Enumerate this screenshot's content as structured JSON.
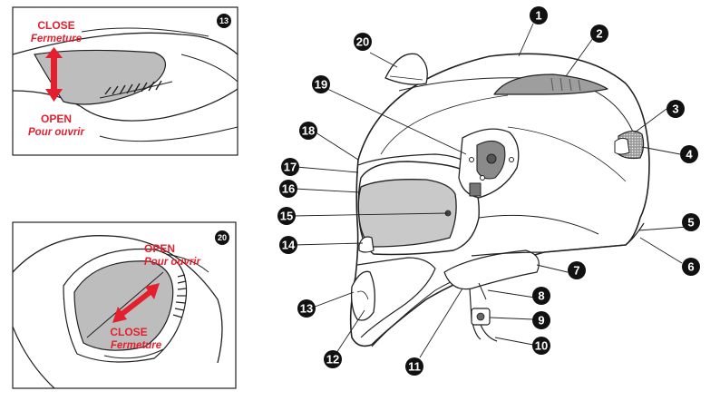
{
  "inset_vent_front": {
    "number": "13",
    "close_label": "CLOSE",
    "close_label_fr": "Fermeture",
    "open_label": "OPEN",
    "open_label_fr": "Pour ouvrir"
  },
  "inset_vent_top": {
    "number": "20",
    "open_label": "OPEN",
    "open_label_fr": "Pour ouvrir",
    "close_label": "CLOSE",
    "close_label_fr": "Fermeture"
  },
  "callouts": [
    "1",
    "2",
    "3",
    "4",
    "5",
    "6",
    "7",
    "8",
    "9",
    "10",
    "11",
    "12",
    "13",
    "14",
    "15",
    "16",
    "17",
    "18",
    "19",
    "20"
  ],
  "colors": {
    "accent": "#e4202f",
    "callout_fill": "#111111",
    "visor": "#c9c9c9"
  }
}
